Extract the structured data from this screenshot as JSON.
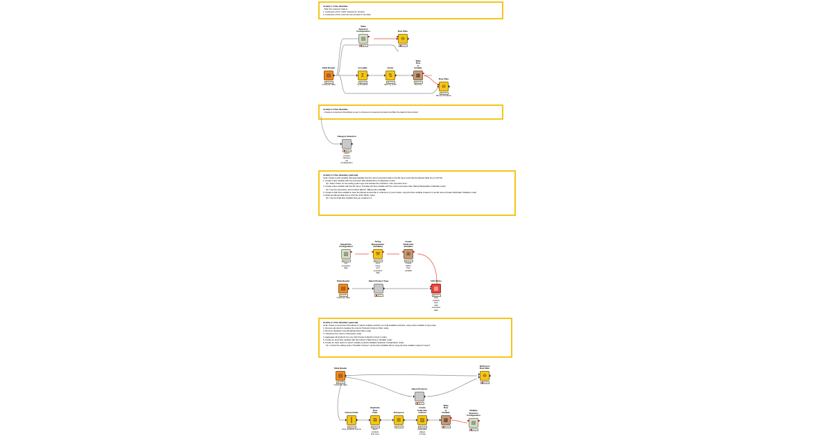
{
  "document": {
    "title": "KNIME Flow Variables Exercise Sheet",
    "accent_color": "#f5c518",
    "background": "#ffffff"
  },
  "activities": [
    {
      "id": "activity-1",
      "title": "Activity 1: Flow Variables",
      "lines": [
        {
          "text": "- Filter the customer data to",
          "indent": false
        },
        {
          "text": "1. customers of the \"Cash Investment\" product",
          "indent": false
        },
        {
          "text": "2. customers of the most common product in the data",
          "indent": false
        }
      ]
    },
    {
      "id": "activity-2",
      "title": "Activity 2: Flow Variables",
      "lines": [
        {
          "text": "- Create a component that allows a user to choose an investment product and filter the data by that product",
          "indent": false
        }
      ]
    },
    {
      "id": "activity-3",
      "title": "Activity 3: Flow Variables (optional)",
      "lines": [
        {
          "text": "Goal: Create a path variable that automatically has the current execution date in the file name and write the filtered table into a CSV file",
          "indent": false
        },
        {
          "text": "1. Create a flow variable with the execution date (Date&Time Configuration node)",
          "indent": false
        },
        {
          "text": "Tip: Select \"Date\" for the setting option type and activate the checkbox \"Use execution time\".",
          "indent": true
        },
        {
          "text": "2. Create a flow variable with the file name, including the flow variable with the current execution date (String Manipulation (Variable) node)",
          "indent": false
        },
        {
          "text": "Tip: Use the expression: join(\"product filtered\", $$execution date$$)",
          "indent": true
        },
        {
          "text": "3. Create a Path flow variable to save the filtered product file in a directory of your choice, using the flow variable created in 2 as file name (Create File/Folder Variables node)",
          "indent": false
        },
        {
          "text": "4. Write the filtered table into a CSV file (CSV Writer node)",
          "indent": false
        },
        {
          "text": "Tip: Use the Path flow variable that you created in 3",
          "indent": true
        }
      ]
    },
    {
      "id": "activity-4",
      "title": "Activity 4: Flow Variables (optional)",
      "lines": [
        {
          "text": "Goal: Create a component that allows to select multiple products out of all available products, using a flow variable of type array",
          "indent": false
        },
        {
          "text": "1. Remove all columns besides the column Products (Column Filter node)",
          "indent": false
        },
        {
          "text": "2. Remove duplicate rows (Duplicate Row Filter node)",
          "indent": false
        },
        {
          "text": "3. Transpose the column (Transpose node)",
          "indent": false
        },
        {
          "text": "4. Aggregate all products into one Cell (Create Collection Column node)",
          "indent": false
        },
        {
          "text": "5. Create an array flow variable with all products (Table Row to Variable node)",
          "indent": false
        },
        {
          "text": "6. Create an input option to select multiple products (Multiple Selection Configuration node)",
          "indent": false
        },
        {
          "text": "Tip: Control the setting option \"Possible Choices\" via the Flow Variable tab by using the flow variable created in step 5",
          "indent": true
        }
      ]
    }
  ],
  "workflows": [
    {
      "id": "workflow-1",
      "nodes": [
        {
          "id": "w1-value-selection",
          "title": "Value Selection\nConfiguration",
          "subtitle": "",
          "type": "config",
          "glyph": "☰",
          "status": [
            "red",
            "yellow",
            "gray"
          ]
        },
        {
          "id": "w1-row-filter-top",
          "title": "Row Filter",
          "subtitle": "",
          "type": "manip",
          "glyph": "⊖",
          "status": [
            "red",
            "gray",
            "gray"
          ]
        },
        {
          "id": "w1-table-reader",
          "title": "Table Reader",
          "subtitle": "Customer data",
          "type": "source",
          "glyph": "▤",
          "status": [
            "yellow",
            "gray",
            "gray"
          ]
        },
        {
          "id": "w1-groupby",
          "title": "GroupBy",
          "subtitle": "by Products",
          "type": "manip",
          "glyph": "Σ",
          "status": [
            "yellow",
            "gray",
            "gray"
          ]
        },
        {
          "id": "w1-sorter",
          "title": "Sorter",
          "subtitle": "desc by count",
          "type": "manip",
          "glyph": "⇅",
          "status": [
            "yellow",
            "gray",
            "gray"
          ]
        },
        {
          "id": "w1-table-row-to-var",
          "title": "Table Row\nto Variable",
          "subtitle": "first row",
          "type": "flow",
          "glyph": "▦",
          "status": [
            "yellow",
            "gray",
            "gray"
          ]
        },
        {
          "id": "w1-row-filter-bottom",
          "title": "Row Filter",
          "subtitle": "filter by Products",
          "type": "manip",
          "glyph": "⊖",
          "status": [
            "yellow",
            "gray",
            "gray"
          ]
        }
      ]
    },
    {
      "id": "workflow-2",
      "nodes": [
        {
          "id": "w2-category-selection",
          "title": "Category Selection",
          "subtitle": "select product category\nvia Configuration",
          "type": "component",
          "glyph": "",
          "status": [
            "red",
            "yellow",
            "gray"
          ]
        }
      ]
    },
    {
      "id": "workflow-3",
      "nodes": [
        {
          "id": "w3-date-time-config",
          "title": "Date&Time\nConfiguration",
          "subtitle": "test execution\ndate",
          "type": "config",
          "glyph": "☷",
          "status": [
            "yellow",
            "gray",
            "gray"
          ]
        },
        {
          "id": "w3-string-manip",
          "title": "String Manipulation\n(Variable)",
          "subtitle": "joins name\nand execution date",
          "type": "manip",
          "glyph": "⚒",
          "status": [
            "yellow",
            "gray",
            "gray"
          ]
        },
        {
          "id": "w3-create-file-folder",
          "title": "Create File/Folder\nVariables",
          "subtitle": "Create PATH\nflow variable",
          "type": "flow",
          "glyph": "⊞",
          "status": [
            "yellow",
            "gray",
            "gray"
          ]
        },
        {
          "id": "w3-table-reader",
          "title": "Table Reader",
          "subtitle": "Customer data",
          "type": "source",
          "glyph": "▤",
          "status": [
            "yellow",
            "gray",
            "gray"
          ]
        },
        {
          "id": "w3-select-product",
          "title": "Select Product Type",
          "subtitle": "",
          "type": "component",
          "glyph": "",
          "status": [
            "red",
            "yellow",
            "gray"
          ]
        },
        {
          "id": "w3-csv-writer",
          "title": "CSV Writer",
          "subtitle": "write product type\nwith execution date",
          "type": "sink",
          "glyph": "▥",
          "status": [
            "yellow",
            "gray",
            "gray"
          ]
        }
      ]
    },
    {
      "id": "workflow-4",
      "nodes": [
        {
          "id": "w4-table-reader",
          "title": "Table Reader",
          "subtitle": "Customer data",
          "type": "source",
          "glyph": "▤",
          "status": [
            "yellow",
            "gray",
            "gray"
          ]
        },
        {
          "id": "w4-reference-row-filter",
          "title": "Reference\nRow Filter",
          "subtitle": "",
          "type": "manip",
          "glyph": "⊖",
          "status": [
            "red",
            "gray",
            "gray"
          ]
        },
        {
          "id": "w4-select-products",
          "title": "Select Products",
          "subtitle": "",
          "type": "component",
          "glyph": "",
          "status": [
            "red",
            "yellow",
            "gray"
          ]
        },
        {
          "id": "w4-column-filter",
          "title": "Column Filter",
          "subtitle": "Only products column",
          "type": "manip",
          "glyph": "║",
          "status": [
            "yellow",
            "gray",
            "gray"
          ]
        },
        {
          "id": "w4-duplicate-row-filter",
          "title": "Duplicate\nRow Filter",
          "subtitle": "Each product\nonly once",
          "type": "manip",
          "glyph": "⧉",
          "status": [
            "yellow",
            "gray",
            "gray"
          ]
        },
        {
          "id": "w4-transpose",
          "title": "Transpose",
          "subtitle": "",
          "type": "manip",
          "glyph": "⊞",
          "status": [
            "yellow",
            "gray",
            "gray"
          ]
        },
        {
          "id": "w4-create-collection",
          "title": "Create Collection\nColumn",
          "subtitle": "Aggregate values\nin array",
          "type": "manip",
          "glyph": "▨",
          "status": [
            "yellow",
            "gray",
            "gray"
          ]
        },
        {
          "id": "w4-table-row-to-var",
          "title": "Table Row\nto Variable",
          "subtitle": "",
          "type": "flow",
          "glyph": "▦",
          "status": [
            "red",
            "gray",
            "gray"
          ]
        },
        {
          "id": "w4-multiple-selection",
          "title": "Multiple Selection\nConfiguration",
          "subtitle": "",
          "type": "config",
          "glyph": "☰",
          "status": [
            "red",
            "gray",
            "gray"
          ]
        }
      ]
    }
  ]
}
